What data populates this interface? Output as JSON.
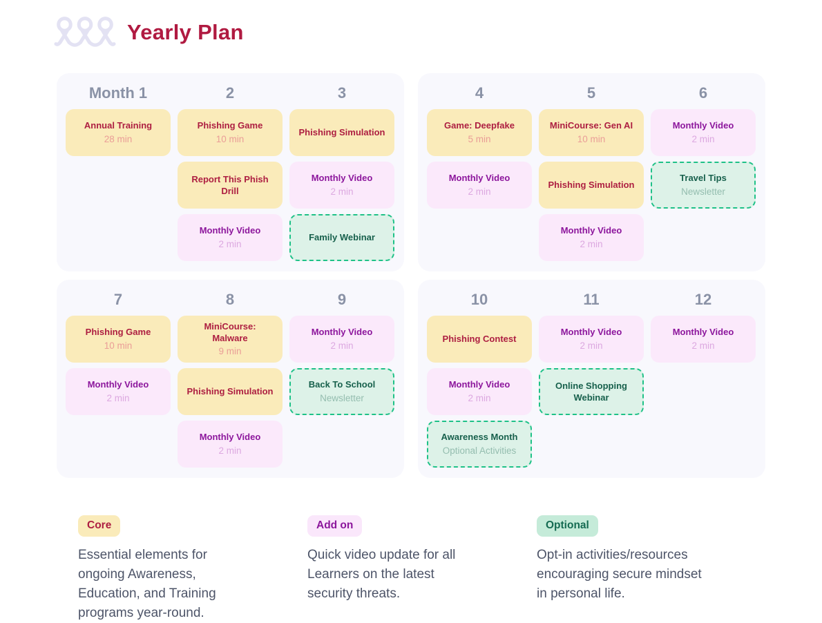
{
  "header": {
    "title": "Yearly Plan",
    "logo_icon": "three-loops"
  },
  "colors": {
    "brand_title": "#B01A41",
    "card_background": "#F8F8FD",
    "month_label": "#8A92A6",
    "core_background": "#FAEBBA",
    "core_title": "#AD1E41",
    "core_subtitle": "#EA9D97",
    "addon_background": "#FBE9FB",
    "addon_title": "#8C169C",
    "addon_subtitle": "#DCA8E0",
    "optional_background": "#DDF2E8",
    "optional_border": "#1EC187",
    "optional_title": "#17604C",
    "optional_subtitle": "#94BDAF",
    "legend_text": "#4D5468"
  },
  "quarters": [
    {
      "months": [
        {
          "label": "Month 1",
          "tiles": [
            {
              "type": "core",
              "title": "Annual Training",
              "subtitle": "28 min"
            }
          ]
        },
        {
          "label": "2",
          "tiles": [
            {
              "type": "core",
              "title": "Phishing Game",
              "subtitle": "10 min"
            },
            {
              "type": "core",
              "title": "Report This Phish\nDrill"
            },
            {
              "type": "addon",
              "title": "Monthly Video",
              "subtitle": "2 min"
            }
          ]
        },
        {
          "label": "3",
          "tiles": [
            {
              "type": "core",
              "title": "Phishing Simulation"
            },
            {
              "type": "addon",
              "title": "Monthly Video",
              "subtitle": "2 min"
            },
            {
              "type": "optional",
              "title": "Family Webinar"
            }
          ]
        }
      ]
    },
    {
      "months": [
        {
          "label": "4",
          "tiles": [
            {
              "type": "core",
              "title": "Game: Deepfake",
              "subtitle": "5 min"
            },
            {
              "type": "addon",
              "title": "Monthly Video",
              "subtitle": "2 min"
            }
          ]
        },
        {
          "label": "5",
          "tiles": [
            {
              "type": "core",
              "title": "MiniCourse: Gen AI",
              "subtitle": "10 min"
            },
            {
              "type": "core",
              "title": "Phishing Simulation"
            },
            {
              "type": "addon",
              "title": "Monthly Video",
              "subtitle": "2 min"
            }
          ]
        },
        {
          "label": "6",
          "tiles": [
            {
              "type": "addon",
              "title": "Monthly Video",
              "subtitle": "2 min"
            },
            {
              "type": "optional",
              "title": "Travel Tips",
              "subtitle": "Newsletter"
            }
          ]
        }
      ]
    },
    {
      "months": [
        {
          "label": "7",
          "tiles": [
            {
              "type": "core",
              "title": "Phishing Game",
              "subtitle": "10 min"
            },
            {
              "type": "addon",
              "title": "Monthly Video",
              "subtitle": "2 min"
            }
          ]
        },
        {
          "label": "8",
          "tiles": [
            {
              "type": "core",
              "title": "MiniCourse:\nMalware",
              "subtitle": "9 min"
            },
            {
              "type": "core",
              "title": "Phishing Simulation"
            },
            {
              "type": "addon",
              "title": "Monthly Video",
              "subtitle": "2 min"
            }
          ]
        },
        {
          "label": "9",
          "tiles": [
            {
              "type": "addon",
              "title": "Monthly Video",
              "subtitle": "2 min"
            },
            {
              "type": "optional",
              "title": "Back To School",
              "subtitle": "Newsletter"
            }
          ]
        }
      ]
    },
    {
      "months": [
        {
          "label": "10",
          "tiles": [
            {
              "type": "core",
              "title": "Phishing Contest"
            },
            {
              "type": "addon",
              "title": "Monthly Video",
              "subtitle": "2 min"
            },
            {
              "type": "optional",
              "title": "Awareness Month",
              "subtitle": "Optional Activities"
            }
          ]
        },
        {
          "label": "11",
          "tiles": [
            {
              "type": "addon",
              "title": "Monthly Video",
              "subtitle": "2 min"
            },
            {
              "type": "optional",
              "title": "Online Shopping\nWebinar"
            }
          ]
        },
        {
          "label": "12",
          "tiles": [
            {
              "type": "addon",
              "title": "Monthly Video",
              "subtitle": "2 min"
            }
          ]
        }
      ]
    }
  ],
  "legend": [
    {
      "type": "core",
      "tag": "Core",
      "description": "Essential elements for\nongoing Awareness,\nEducation, and Training\nprograms year-round."
    },
    {
      "type": "addon",
      "tag": "Add on",
      "description": "Quick video update for all\nLearners on the latest\nsecurity threats."
    },
    {
      "type": "optional",
      "tag": "Optional",
      "description": "Opt-in activities/resources\nencouraging secure mindset\nin personal life."
    }
  ]
}
